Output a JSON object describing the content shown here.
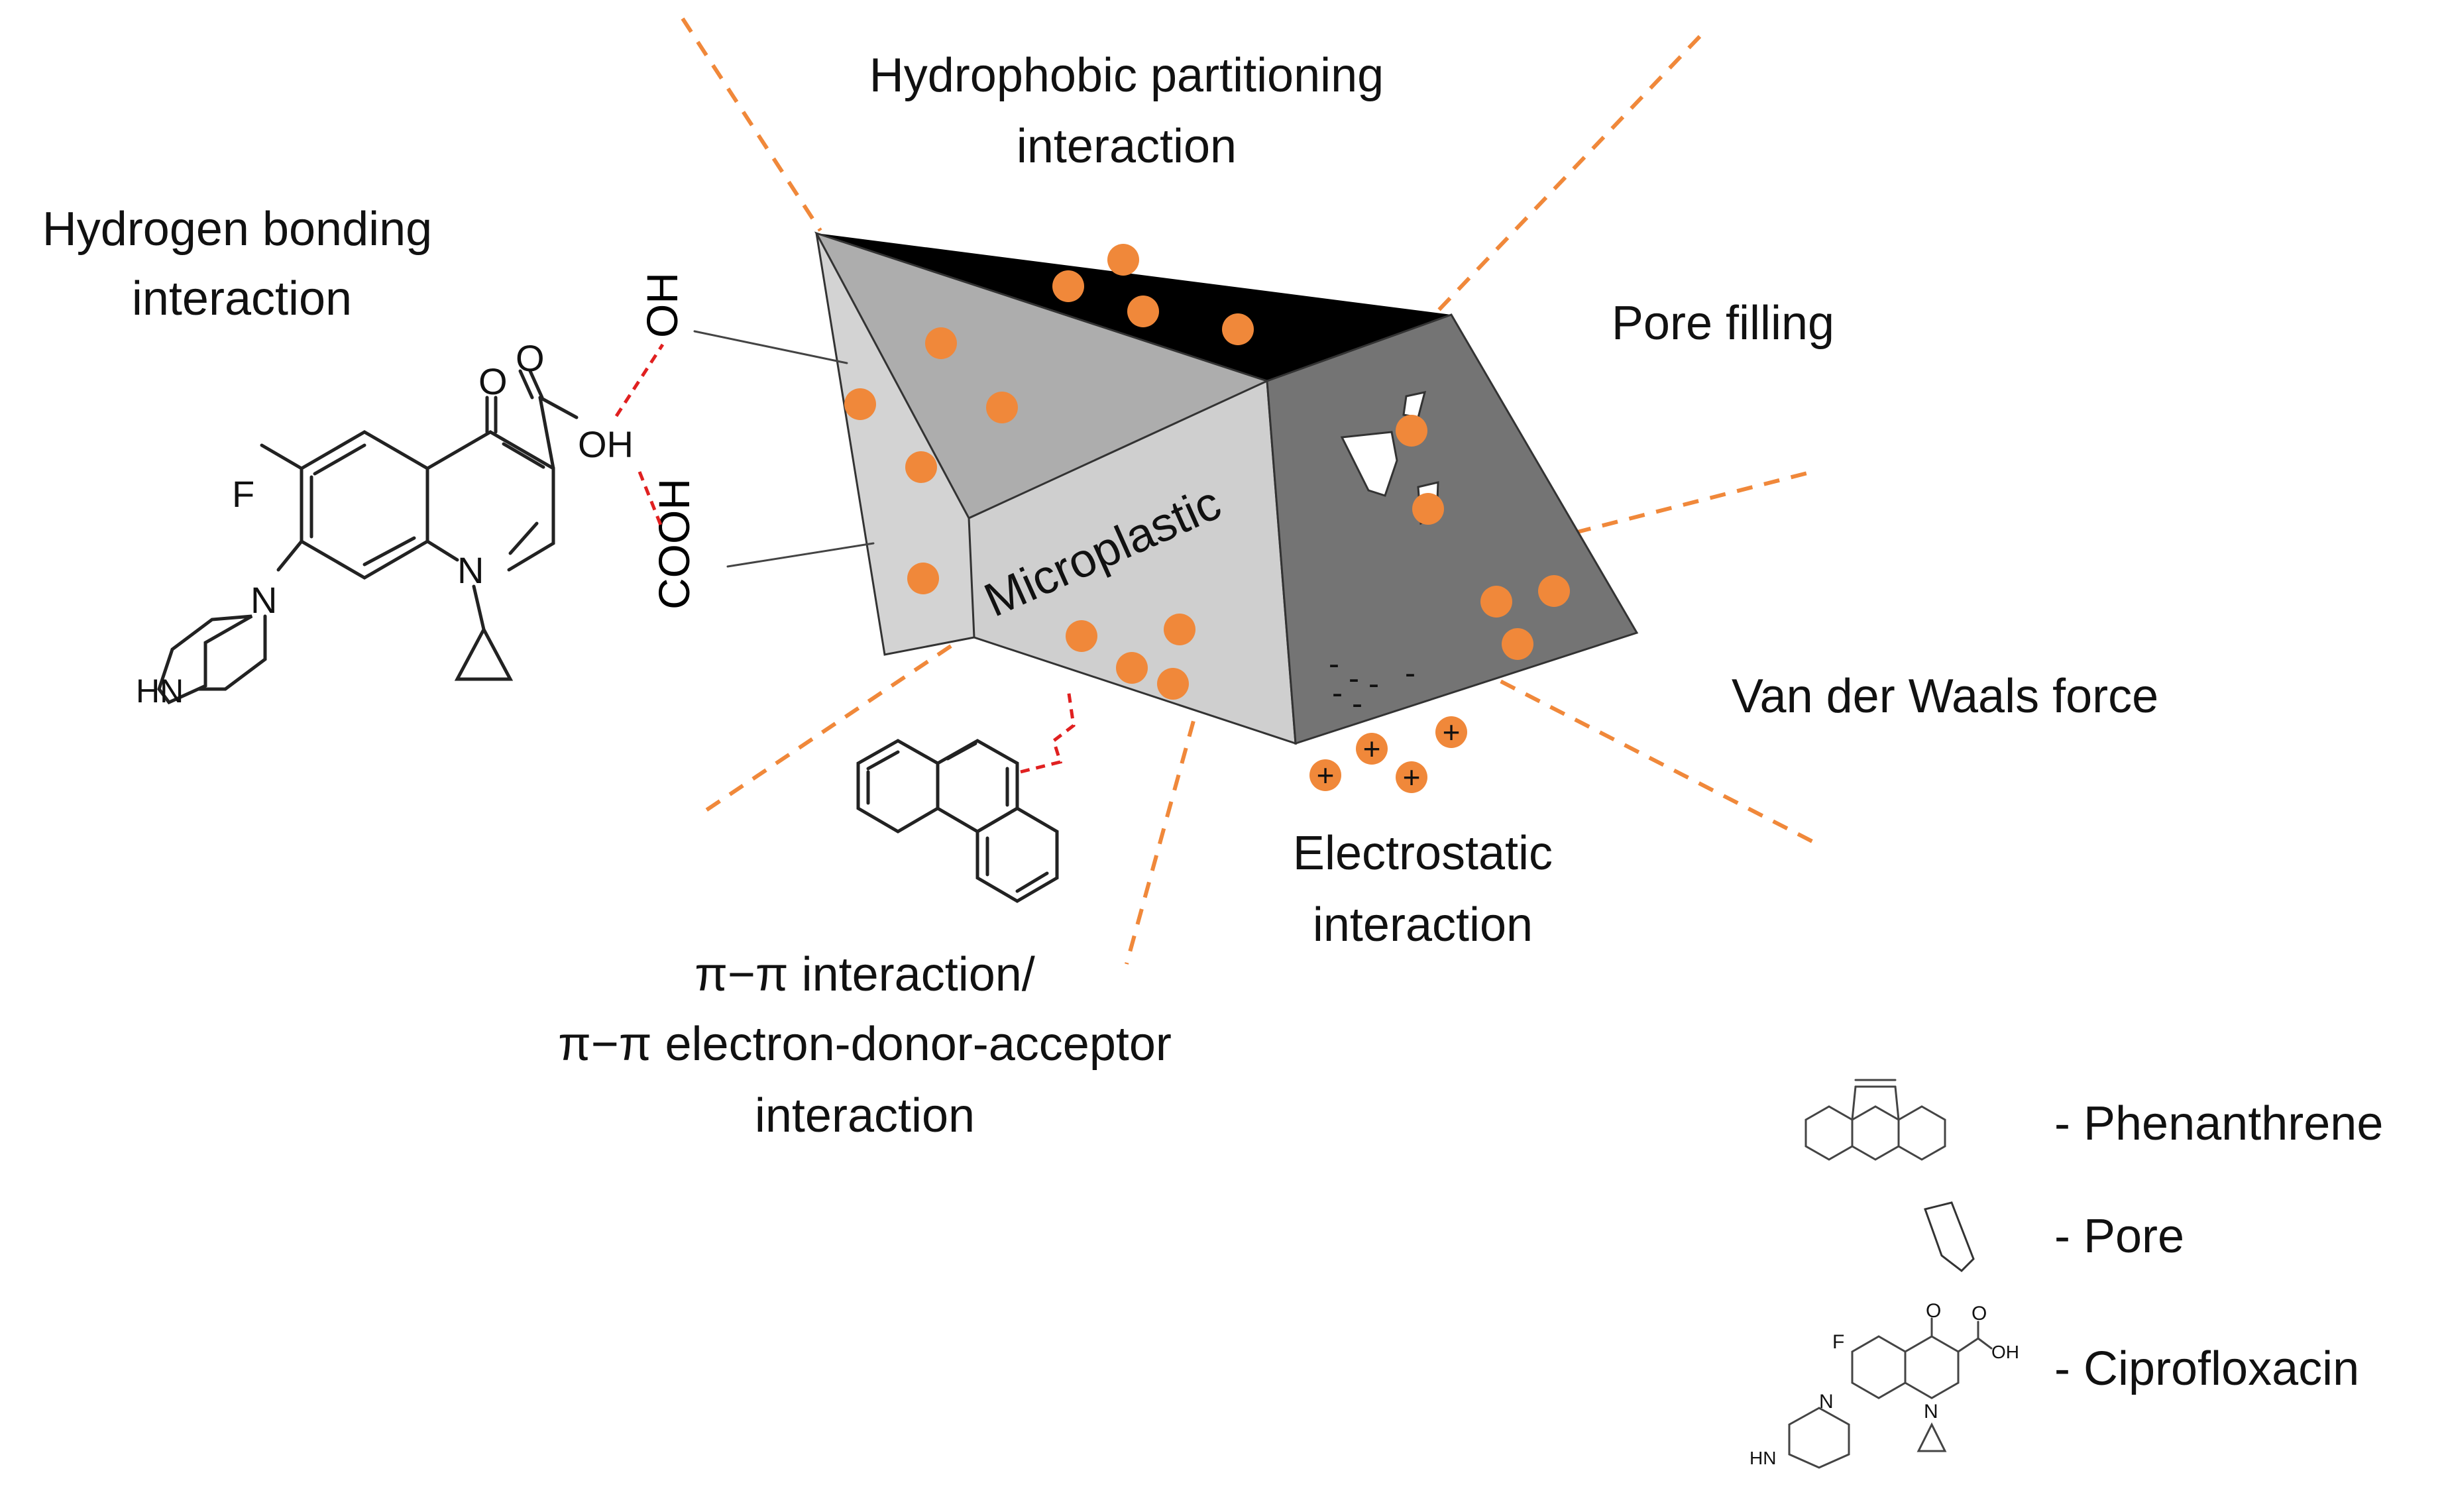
{
  "labels": {
    "hydrophobic_line1": "Hydrophobic partitioning",
    "hydrophobic_line2": "interaction",
    "hydrogen_line1": "Hydrogen bonding",
    "hydrogen_line2": "interaction",
    "pore_filling": "Pore filling",
    "van_der_waals": "Van der Waals force",
    "electrostatic_line1": "Electrostatic",
    "electrostatic_line2": "interaction",
    "pi_line1": "π−π interaction/",
    "pi_line2": "π−π electron-donor-acceptor",
    "pi_line3": "interaction",
    "microplastic": "Microplastic"
  },
  "functional_groups": {
    "oh": "OH",
    "cooh": "COOH"
  },
  "molecule": {
    "o_ketone": "O",
    "o_acid": "O",
    "oh": "OH",
    "f": "F",
    "n1": "N",
    "n2": "N",
    "hn": "HN"
  },
  "charges": {
    "plus": "+",
    "minus": "-"
  },
  "legend": {
    "phenanthrene": "- Phenanthrene",
    "pore": "- Pore",
    "ciprofloxacin": "- Ciprofloxacin"
  },
  "colors": {
    "particle": "#F0883A",
    "dash_lines": "#F0883A",
    "top_face": "#000000",
    "left_face": "#D3D3D3",
    "inner_face": "#ADADAD",
    "front_face": "#CFCFCF",
    "right_face": "#747474",
    "hbond": "#E02020"
  }
}
